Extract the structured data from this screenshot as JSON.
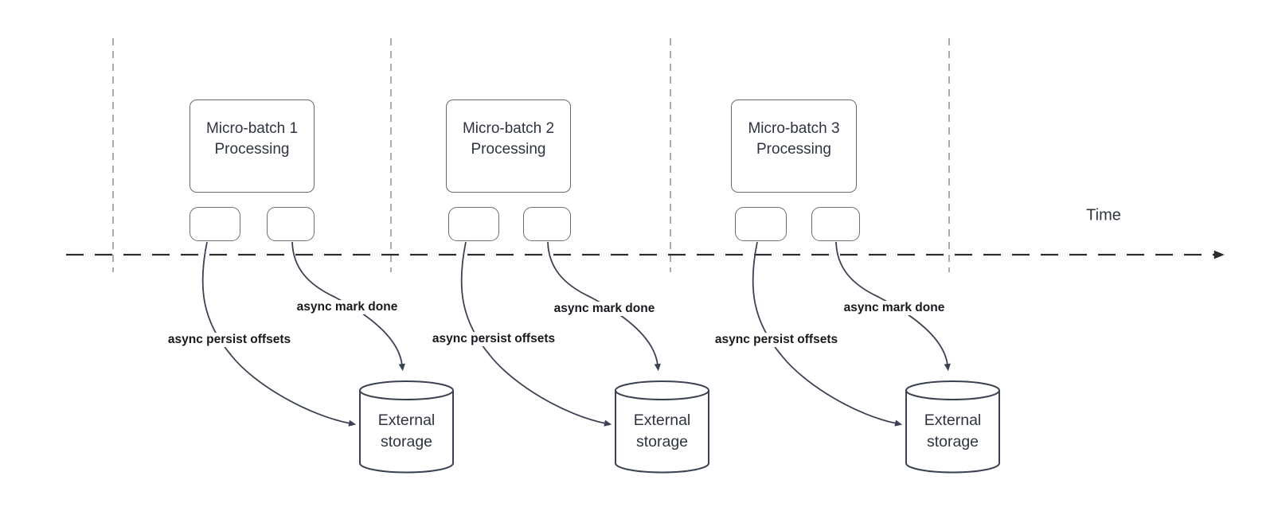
{
  "diagram": {
    "time_axis": {
      "label": "Time"
    },
    "groups": [
      {
        "box_title": "Micro-batch 1",
        "box_subtitle": "Processing",
        "persist_label": "async persist offsets",
        "mark_done_label": "async mark done",
        "storage_title": "External",
        "storage_subtitle": "storage"
      },
      {
        "box_title": "Micro-batch 2",
        "box_subtitle": "Processing",
        "persist_label": "async persist offsets",
        "mark_done_label": "async mark done",
        "storage_title": "External",
        "storage_subtitle": "storage"
      },
      {
        "box_title": "Micro-batch 3",
        "box_subtitle": "Processing",
        "persist_label": "async persist offsets",
        "mark_done_label": "async mark done",
        "storage_title": "External",
        "storage_subtitle": "storage"
      }
    ],
    "colors": {
      "connector_stroke": "#3a4150",
      "axis_stroke": "#2b2d31",
      "guide_line": "#ababab",
      "box_border": "#666b73",
      "text": "#2f3440",
      "label_text": "#17191d",
      "background": "#ffffff"
    }
  }
}
